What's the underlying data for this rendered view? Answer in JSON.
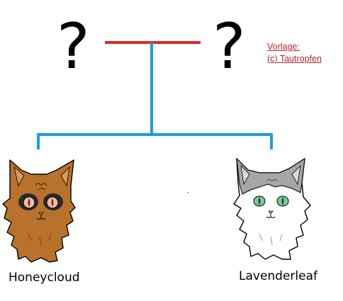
{
  "parents": {
    "left_symbol": "?",
    "right_symbol": "?"
  },
  "credit": {
    "line1": "Vorlage:",
    "line2": "(c) Tautropfen"
  },
  "children": [
    {
      "name": "Honeycloud"
    },
    {
      "name": "Lavenderleaf"
    }
  ],
  "colors": {
    "partner_line": "#e8232b",
    "descent_line": "#1b9ee0",
    "credit_text": "#b5242a",
    "honeycloud_fur": "#b8722b",
    "lavenderleaf_fur": "#a6a6a6",
    "lavenderleaf_eyes": "#7cc89a",
    "honeycloud_eyes": "#f3b9a8"
  }
}
